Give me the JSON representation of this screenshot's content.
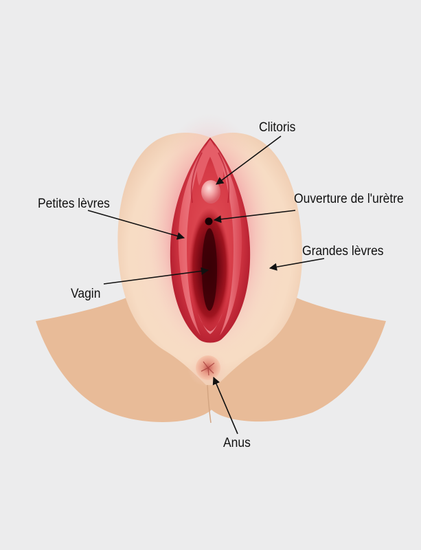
{
  "labels": {
    "clitoris": "Clitoris",
    "urethra_opening": "Ouverture de l'urètre",
    "labia_minora": "Petites lèvres",
    "labia_majora": "Grandes lèvres",
    "vagina": "Vagin",
    "anus": "Anus"
  },
  "colors": {
    "background": "#ececed",
    "skin": "#e8bb98",
    "labia_majora": "#f6dcc4",
    "mucosa": "#d93a45",
    "mucosa_dark": "#6a0510",
    "arrow": "#111111"
  }
}
